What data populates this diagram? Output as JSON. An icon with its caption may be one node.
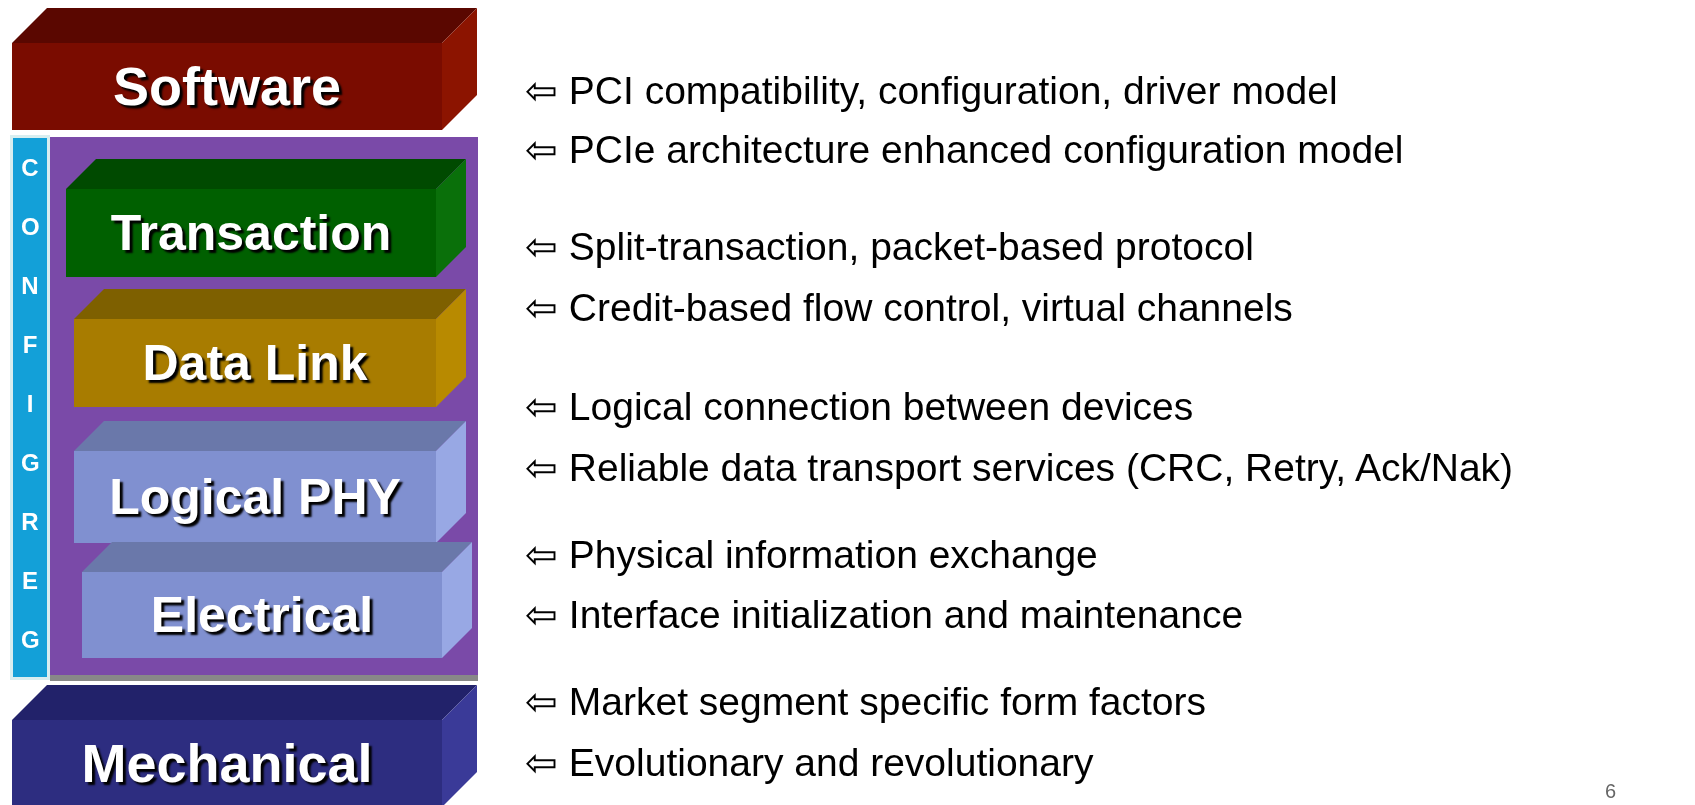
{
  "diagram": {
    "nodes": [
      {
        "text": [
          "Software"
        ]
      },
      {
        "text": [],
        "shape": "box"
      },
      {
        "text": [
          "Transaction"
        ],
        "in": 1
      },
      {
        "text": [
          "Data Link"
        ],
        "in": 1
      },
      {
        "text": [
          "Logical PHY"
        ],
        "in": 1
      },
      {
        "text": [
          "Electrical"
        ],
        "in": 1
      },
      {
        "text": [
          "Mechanical"
        ]
      },
      {
        "text": [
          "CONFIGREG"
        ]
      }
    ],
    "labels": [
      "⇦ PCI compatibility, configuration, driver model",
      "⇦ PCIe architecture enhanced configuration model",
      "⇦ Split-transaction, packet-based protocol",
      "⇦ Credit-based flow control, virtual channels",
      "⇦ Logical connection between devices",
      "⇦ Reliable data transport services (CRC, Retry, Ack/Nak)",
      "⇦ Physical information exchange",
      "⇦ Interface initialization and maintenance",
      "⇦ Market segment specific form factors",
      "⇦ Evolutionary and revolutionary",
      "6"
    ]
  }
}
